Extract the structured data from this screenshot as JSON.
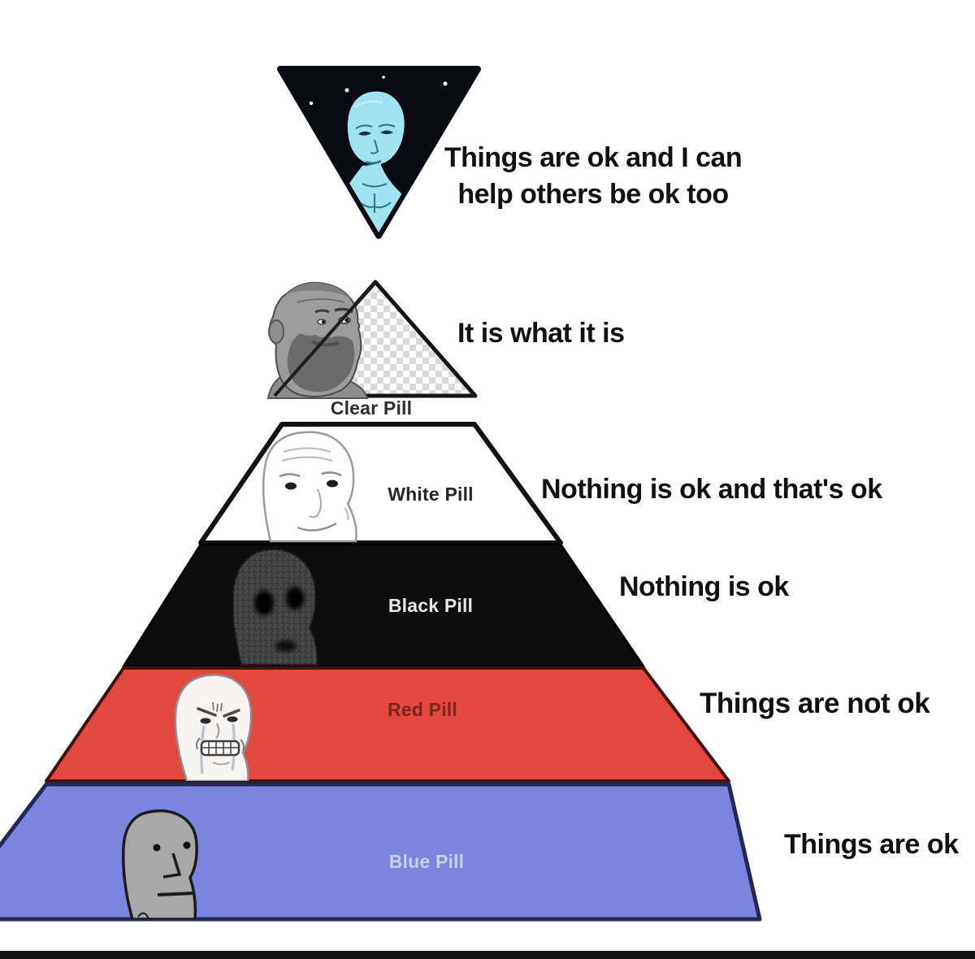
{
  "meme": {
    "type": "pill-pyramid",
    "pyramid": {
      "levels": [
        {
          "id": "cosmic",
          "label": "",
          "caption": "Things are ok and I can help others be ok too",
          "caption_line1": "Things are ok and I can",
          "caption_line2": "help others be ok too",
          "face_icon": "cosmic-enlightened-wojak-icon",
          "fill": "#0a0a12"
        },
        {
          "id": "clear-pill",
          "label": "Clear Pill",
          "caption": "It is what it is",
          "face_icon": "gray-bearded-man-face-icon",
          "fill": "transparent-checker"
        },
        {
          "id": "white-pill",
          "label": "White Pill",
          "caption": "Nothing is ok and that's ok",
          "face_icon": "smiling-wojak-face-icon",
          "fill": "#ffffff"
        },
        {
          "id": "black-pill",
          "label": "Black Pill",
          "caption": "Nothing is ok",
          "face_icon": "blackpill-grain-face-icon",
          "fill": "#0d0d0d"
        },
        {
          "id": "red-pill",
          "label": "Red Pill",
          "caption": "Things are not ok",
          "face_icon": "crying-angry-wojak-face-icon",
          "fill": "#e2483d"
        },
        {
          "id": "blue-pill",
          "label": "Blue Pill",
          "caption": "Things are ok",
          "face_icon": "npc-face-icon",
          "fill": "#7b85e0"
        }
      ]
    }
  },
  "colors": {
    "background": "#ffffff",
    "triangle_black": "#0a0a12",
    "cosmic_figure_cyan": "#9fe4f0",
    "checker_gray": "#d8d8d8",
    "checker_base": "#fbfbfb",
    "white_band": "#ffffff",
    "black_band": "#0d0d0d",
    "red_band": "#e2483d",
    "blue_band": "#7b85e0",
    "outline_dark": "#141414",
    "red_outline": "#3f1210",
    "blue_outline_navy": "#232856",
    "caption_text": "#111111",
    "label_clear": "#2e2e2e",
    "label_white": "#262626",
    "label_black": "#e6e6e6",
    "label_red": "#7c241e",
    "label_blue": "#ccd0e4",
    "bottom_bar": "#121212"
  }
}
